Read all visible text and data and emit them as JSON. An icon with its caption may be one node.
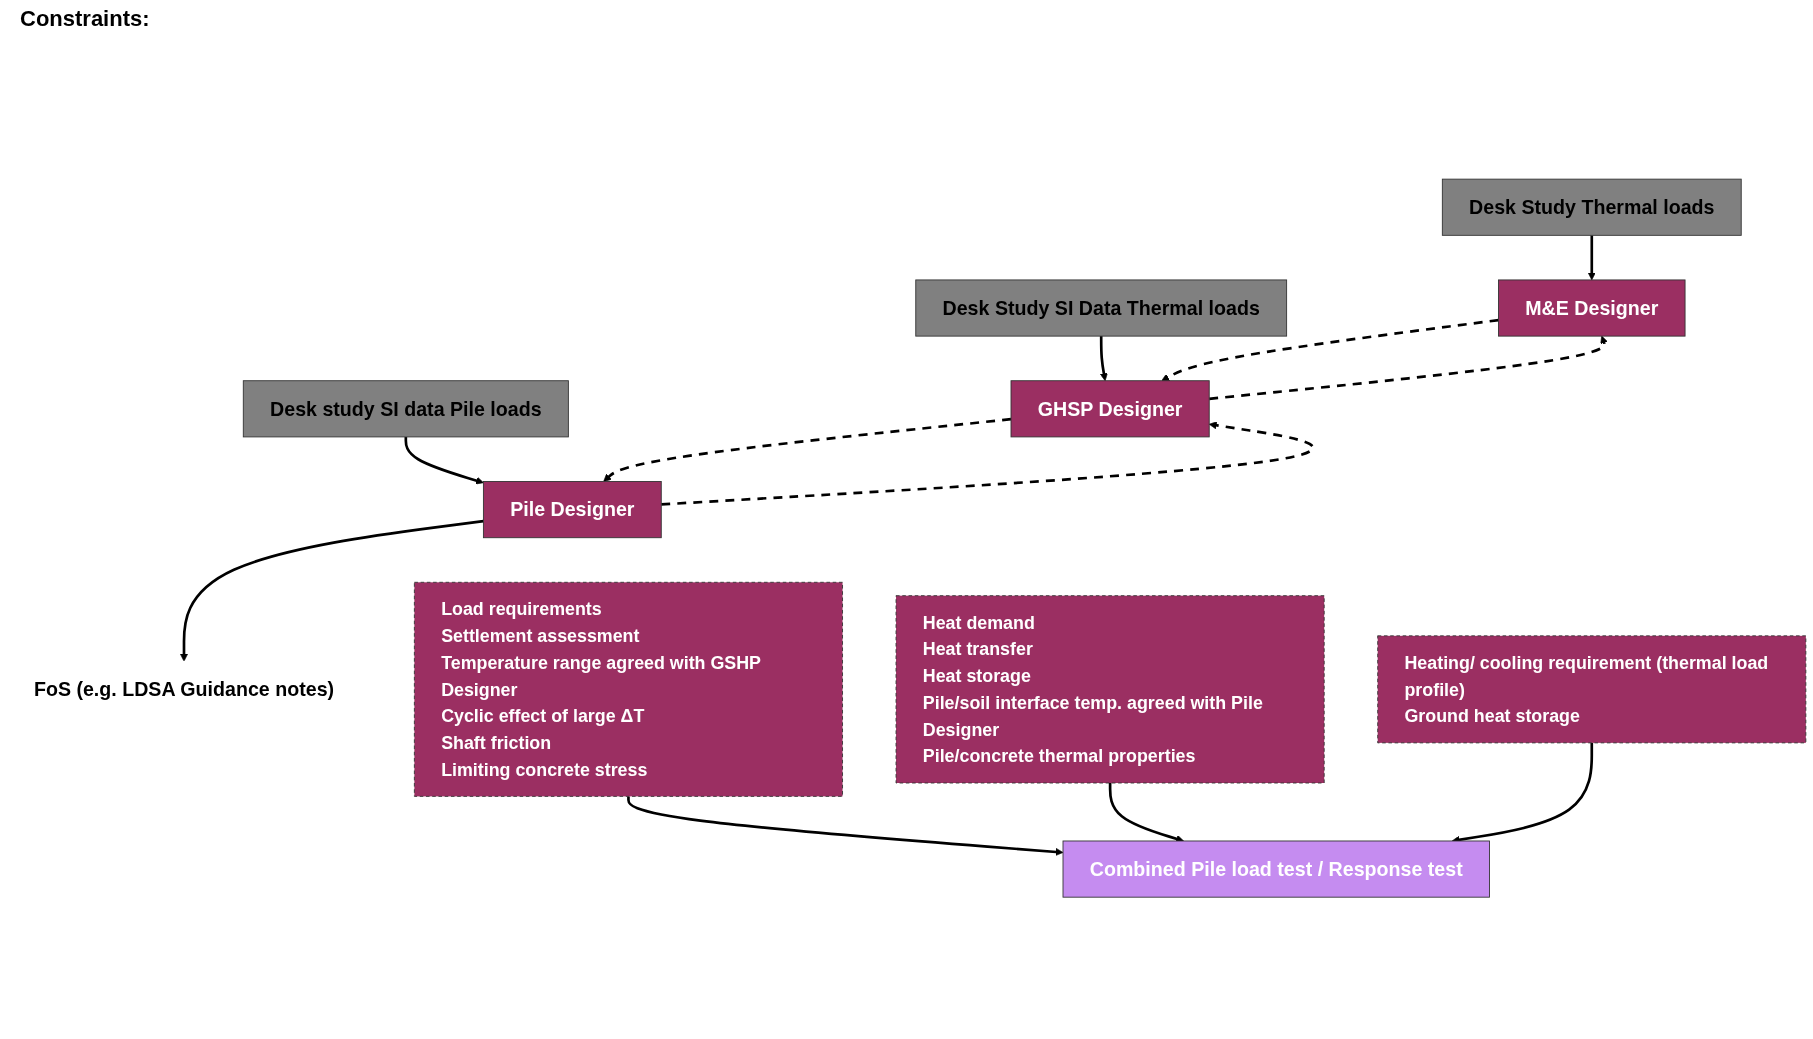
{
  "diagram": {
    "nodes": [
      {
        "text": [
          "Desk Study Thermal loads"
        ]
      },
      {
        "text": [
          "Desk Study SI Data Thermal loads"
        ]
      },
      {
        "text": [
          "Desk study SI data Pile loads"
        ]
      },
      {
        "text": [
          "M&E Designer"
        ]
      },
      {
        "text": [
          "GHSP Designer"
        ]
      },
      {
        "text": [
          "Pile Designer"
        ]
      },
      {
        "text": [
          "FoS (e.g. LDSA Guidance notes)"
        ]
      },
      {
        "text": [
          "Heating/ cooling requirement (thermal load profile)",
          "Ground heat storage"
        ]
      },
      {
        "text": [
          "Heat demand",
          "Heat transfer",
          "Heat storage",
          "Pile/soil interface temp. agreed with Pile Designer",
          "Pile/concrete thermal properties"
        ]
      },
      {
        "text": [
          "Load requirements",
          "Settlement assessment",
          "Temperature range agreed with GSHP Designer",
          "Cyclic effect of large ΔT",
          "Shaft friction",
          "Limiting concrete stress"
        ]
      },
      {
        "text": [
          "Combined Pile load test / Response test"
        ]
      }
    ],
    "edges": [
      {
        "from": 0,
        "to": 3,
        "arrow": "to"
      },
      {
        "from": 1,
        "to": 4,
        "arrow": "to"
      },
      {
        "from": 2,
        "to": 5,
        "arrow": "to"
      },
      {
        "from": 3,
        "to": 4,
        "arrow": "to",
        "style": "dashed"
      },
      {
        "from": 4,
        "to": 3,
        "arrow": "to",
        "style": "dashed"
      },
      {
        "from": 4,
        "to": 5,
        "arrow": "to",
        "style": "dashed"
      },
      {
        "from": 5,
        "to": 4,
        "arrow": "to",
        "style": "dashed"
      },
      {
        "from": 5,
        "to": 6,
        "arrow": "to"
      },
      {
        "from": 7,
        "to": 10,
        "arrow": "to"
      },
      {
        "from": 8,
        "to": 10,
        "arrow": "to"
      },
      {
        "from": 9,
        "to": 10,
        "arrow": "to"
      }
    ],
    "labels": [
      "Constraints:"
    ]
  }
}
